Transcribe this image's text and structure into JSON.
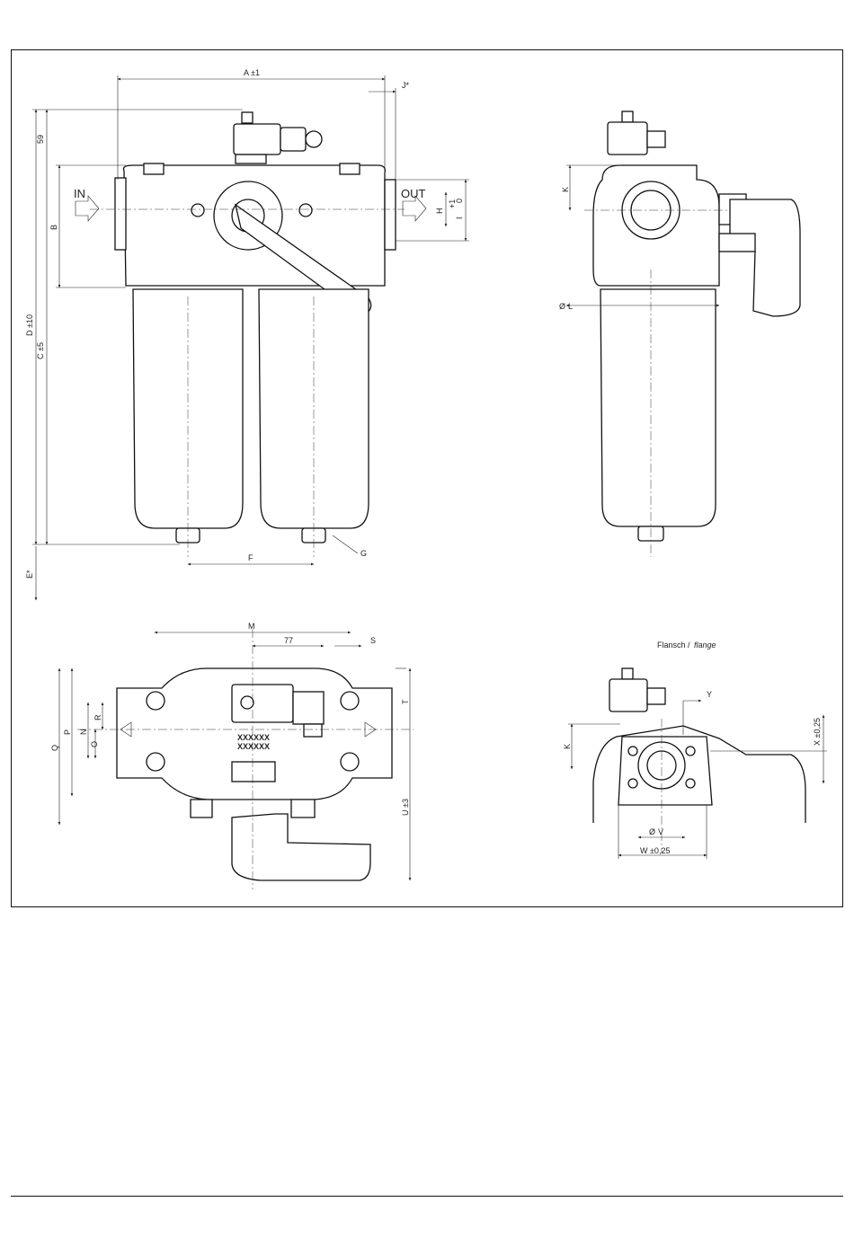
{
  "labels": {
    "a": "A ±1",
    "j": "J*",
    "d59": "59",
    "b": "B",
    "d": "D ±10",
    "c": "C ±5",
    "e": "E*",
    "in": "IN",
    "out": "OUT",
    "h": "H",
    "i": "I",
    "i_tol_plus": "+1",
    "i_tol_zero": "0",
    "f": "F",
    "g": "G",
    "k_side": "K",
    "l": "L",
    "m": "M",
    "d77": "77",
    "s": "S",
    "p": "P",
    "q": "Q",
    "n": "N",
    "r": "R",
    "o": "O",
    "t": "T",
    "u": "U ±3",
    "xxx1": "XXXXXX",
    "xxx2": "XXXXXX",
    "flange_de": "Flansch /",
    "flange_en": "flange",
    "y": "Y",
    "x": "X ±0,25",
    "k_flange": "K",
    "v": "V",
    "w": "W ±0,25"
  }
}
